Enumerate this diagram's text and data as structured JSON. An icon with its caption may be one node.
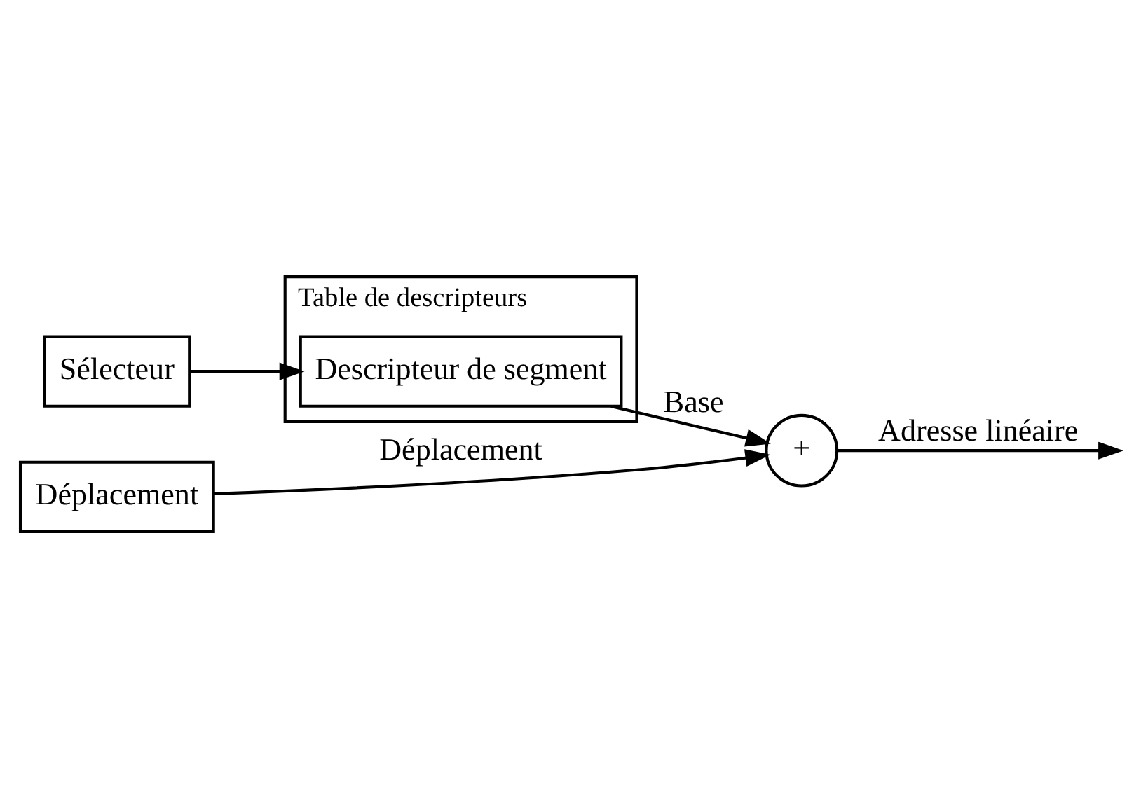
{
  "diagram": {
    "nodes": [
      {
        "text": [
          "Sélecteur"
        ]
      },
      {
        "text": [
          "Déplacement"
        ]
      },
      {
        "text": [
          "Table de descripteurs"
        ]
      },
      {
        "text": [
          "Descripteur de segment"
        ],
        "in": 2
      },
      {
        "text": [
          "+"
        ]
      }
    ],
    "edges": [
      {
        "from": 0,
        "to": 3,
        "arrow": "to"
      },
      {
        "from": 1,
        "to": 4,
        "arrow": "to",
        "label": "Déplacement"
      },
      {
        "from": 3,
        "to": 4,
        "arrow": "to",
        "label": "Base"
      },
      {
        "from": 4,
        "to": null,
        "arrow": "to",
        "label": "Adresse linéaire"
      }
    ]
  }
}
